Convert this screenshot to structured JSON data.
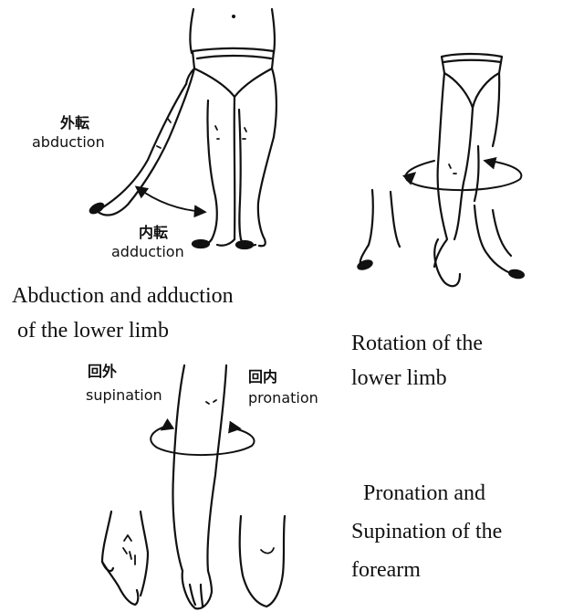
{
  "panels": {
    "abduction": {
      "labels": {
        "abduction_jp": "外転",
        "abduction_en": "abduction",
        "adduction_jp": "内転",
        "adduction_en": "adduction"
      },
      "caption_line1": "Abduction and adduction",
      "caption_line2": "of the lower limb"
    },
    "rotation": {
      "caption_line1": "Rotation of the",
      "caption_line2": "lower limb"
    },
    "forearm": {
      "labels": {
        "supination_jp": "回外",
        "supination_en": "supination",
        "pronation_jp": "回内",
        "pronation_en": "pronation"
      },
      "caption_line1": "Pronation and",
      "caption_line2": "Supination of the",
      "caption_line3": "forearm"
    }
  },
  "colors": {
    "line": "#111111",
    "background": "#ffffff"
  }
}
